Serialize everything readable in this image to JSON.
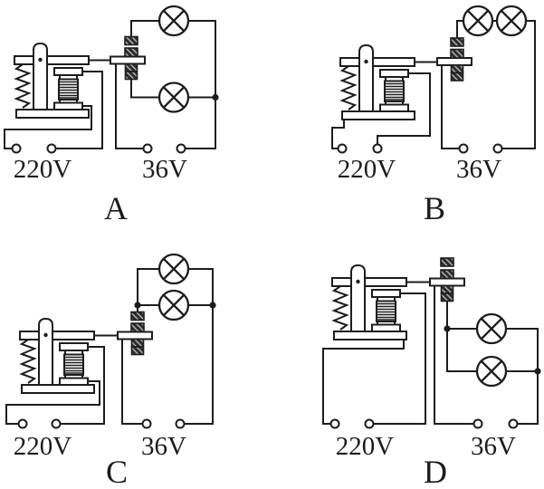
{
  "figure": {
    "background": "#ffffff",
    "ink": "#1c1c1c",
    "options": [
      {
        "letter": "A",
        "left_voltage": "220V",
        "right_voltage": "36V"
      },
      {
        "letter": "B",
        "left_voltage": "220V",
        "right_voltage": "36V"
      },
      {
        "letter": "C",
        "left_voltage": "220V",
        "right_voltage": "36V"
      },
      {
        "letter": "D",
        "left_voltage": "220V",
        "right_voltage": "36V"
      }
    ],
    "icons": {
      "lamp": "circle-with-x",
      "relay": "electromagnet-with-armature-and-spring",
      "terminal": "open-circle",
      "contact": "hatched-contact-block",
      "junction": "filled-dot"
    }
  }
}
